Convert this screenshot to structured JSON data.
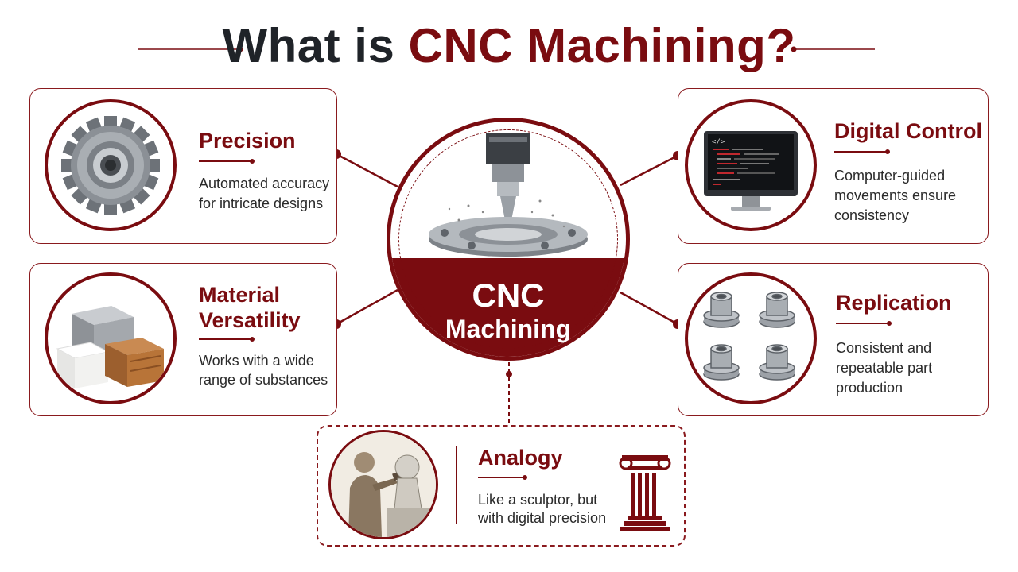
{
  "title": {
    "part1": "What is",
    "part2": "CNC Machining?"
  },
  "center": {
    "line1": "CNC",
    "line2": "Machining"
  },
  "cards": {
    "precision": {
      "heading": "Precision",
      "desc1": "Automated accuracy",
      "desc2": "for intricate designs"
    },
    "material": {
      "heading1": "Material",
      "heading2": "Versatility",
      "desc1": "Works with a wide",
      "desc2": "range of substances"
    },
    "digital": {
      "heading": "Digital Control",
      "desc1": "Computer-guided",
      "desc2": "movements ensure",
      "desc3": "consistency"
    },
    "replication": {
      "heading": "Replication",
      "desc1": "Consistent and",
      "desc2": "repeatable part",
      "desc3": "production"
    },
    "analogy": {
      "heading": "Analogy",
      "desc1": "Like a sculptor, but",
      "desc2": "with digital precision"
    }
  },
  "colors": {
    "accent": "#7a0c10",
    "title_dark": "#1f2328",
    "text": "#2a2a2a"
  },
  "icons": [
    "gear-icon",
    "material-blocks-icon",
    "monitor-code-icon",
    "machined-parts-icon",
    "sculptor-icon",
    "column-icon",
    "cnc-spindle-icon"
  ]
}
